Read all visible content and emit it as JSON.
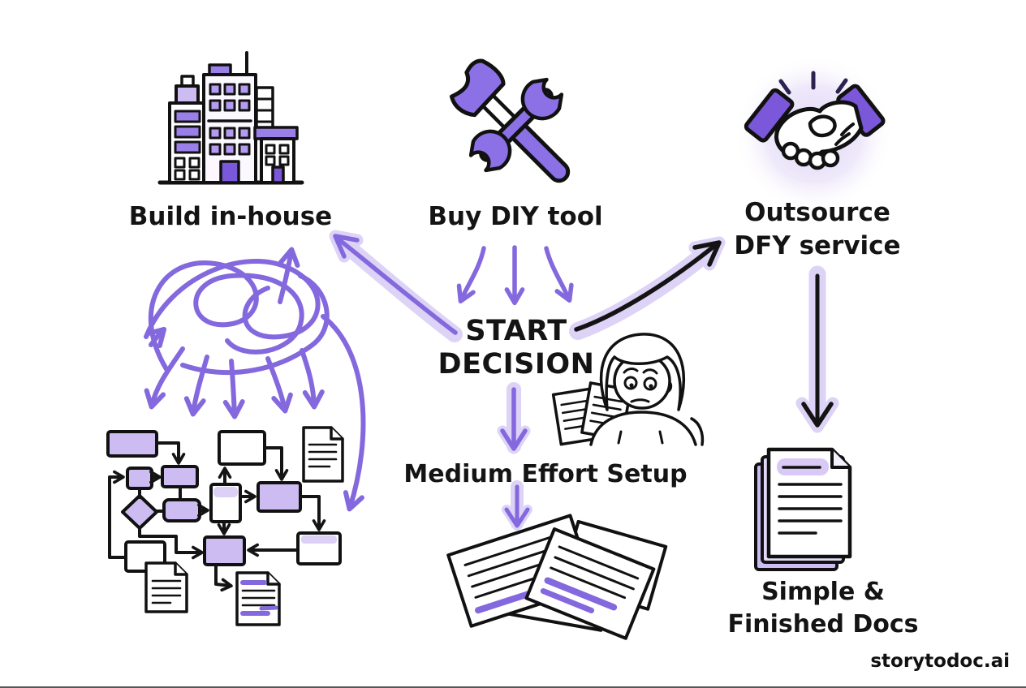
{
  "page": {
    "background": "#ffffff",
    "watermark": "storytodoc.ai"
  },
  "palette": {
    "purple_stroke": "#8468de",
    "purple_icon_fill": "#8c70e6",
    "purple_deep": "#7b57d9",
    "purple_light_fill": "#cdbcf2",
    "halo_light": "#ddd3f6",
    "glow": "#e9e2f9",
    "ink": "#141414"
  },
  "decision": {
    "start": {
      "lines": [
        "START",
        "DECISION"
      ]
    },
    "options": [
      {
        "id": "build",
        "label": "Build in-house",
        "icon": "buildings-icon"
      },
      {
        "id": "diy",
        "label": "Buy DIY tool",
        "icon": "hammer-wrench-icon"
      },
      {
        "id": "dfy",
        "lines": [
          "Outsource",
          "DFY service"
        ],
        "icon": "handshake-icon"
      }
    ],
    "build_outcome": {
      "icon": "tangled-arrows-icon",
      "detail_icon": "messy-flowchart-icon"
    },
    "diy_outcome": {
      "step_label": "Medium Effort Setup",
      "icon": "worried-person-icon",
      "detail_icon": "scattered-papers-icon"
    },
    "dfy_outcome": {
      "lines": [
        "Simple &",
        "Finished Docs"
      ],
      "icon": "document-stack-icon"
    }
  }
}
